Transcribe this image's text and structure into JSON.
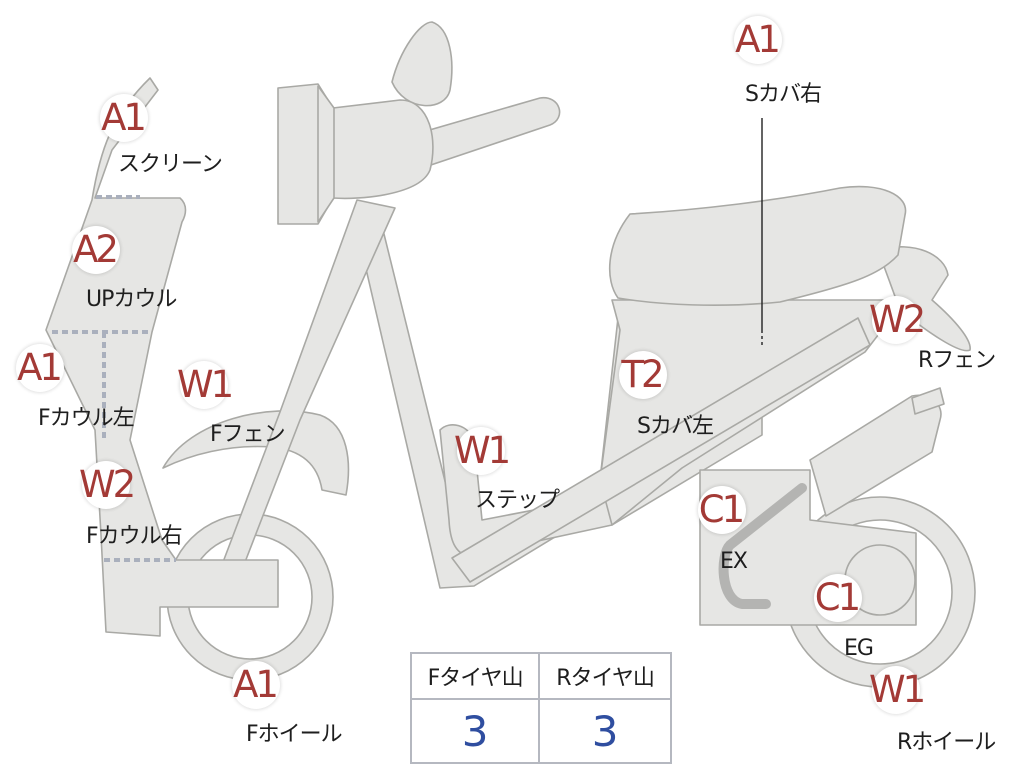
{
  "parts": [
    {
      "id": "screen",
      "grade": "A1",
      "name": "スクリーン"
    },
    {
      "id": "up_cowl",
      "grade": "A2",
      "name": "UPカウル"
    },
    {
      "id": "f_cowl_left",
      "grade": "A1",
      "name": "Fカウル左"
    },
    {
      "id": "f_cowl_right",
      "grade": "W2",
      "name": "Fカウル右"
    },
    {
      "id": "f_fender",
      "grade": "W1",
      "name": "Fフェン"
    },
    {
      "id": "f_wheel",
      "grade": "A1",
      "name": "Fホイール"
    },
    {
      "id": "step",
      "grade": "W1",
      "name": "ステップ"
    },
    {
      "id": "s_cover_left",
      "grade": "T2",
      "name": "Sカバ左"
    },
    {
      "id": "s_cover_right",
      "grade": "A1",
      "name": "Sカバ右"
    },
    {
      "id": "r_fender",
      "grade": "W2",
      "name": "Rフェン"
    },
    {
      "id": "exhaust",
      "grade": "C1",
      "name": "EX"
    },
    {
      "id": "engine",
      "grade": "C1",
      "name": "EG"
    },
    {
      "id": "r_wheel",
      "grade": "W1",
      "name": "Rホイール"
    }
  ],
  "tire_table": {
    "headers": [
      "Fタイヤ山",
      "Rタイヤ山"
    ],
    "values": [
      "3",
      "3"
    ]
  },
  "colors": {
    "badge_text": "#a33a36",
    "tire_value": "#2f4ea0",
    "part_fill": "#e6e6e4",
    "part_outline": "#a9a9a5",
    "divider": "#aab0bd"
  }
}
